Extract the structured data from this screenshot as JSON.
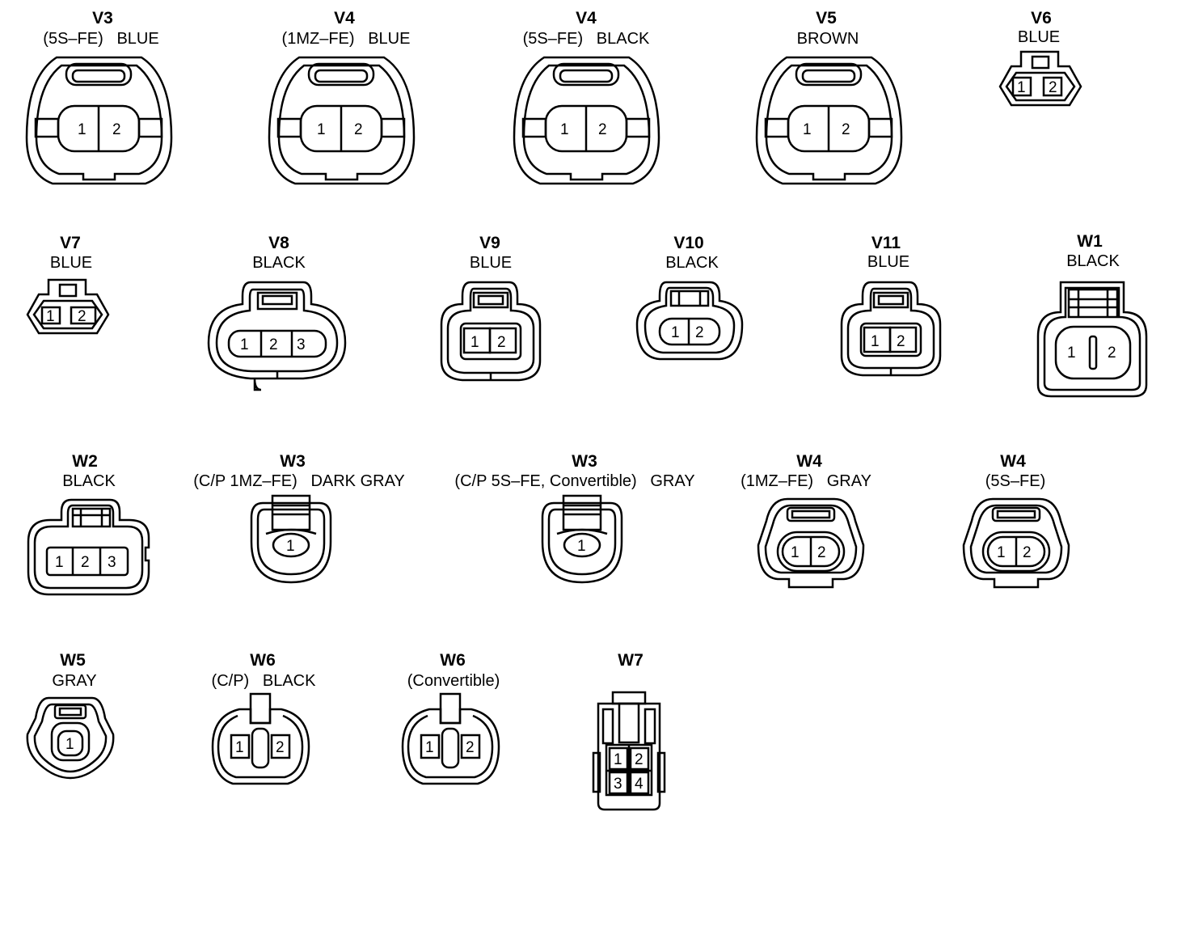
{
  "connectors": [
    {
      "code": "V3",
      "desc": "(5S–FE)   BLUE",
      "pins": [
        "1",
        "2"
      ]
    },
    {
      "code": "V4",
      "desc": "(1MZ–FE)   BLUE",
      "pins": [
        "1",
        "2"
      ]
    },
    {
      "code": "V4",
      "desc": "(5S–FE)   BLACK",
      "pins": [
        "1",
        "2"
      ]
    },
    {
      "code": "V5",
      "desc": "BROWN",
      "pins": [
        "1",
        "2"
      ]
    },
    {
      "code": "V6",
      "desc": "BLUE",
      "pins": [
        "1",
        "2"
      ]
    },
    {
      "code": "V7",
      "desc": "BLUE",
      "pins": [
        "1",
        "2"
      ]
    },
    {
      "code": "V8",
      "desc": "BLACK",
      "pins": [
        "1",
        "2",
        "3"
      ]
    },
    {
      "code": "V9",
      "desc": "BLUE",
      "pins": [
        "1",
        "2"
      ]
    },
    {
      "code": "V10",
      "desc": "BLACK",
      "pins": [
        "1",
        "2"
      ]
    },
    {
      "code": "V11",
      "desc": "BLUE",
      "pins": [
        "1",
        "2"
      ]
    },
    {
      "code": "W1",
      "desc": "BLACK",
      "pins": [
        "1",
        "2"
      ]
    },
    {
      "code": "W2",
      "desc": "BLACK",
      "pins": [
        "1",
        "2",
        "3"
      ]
    },
    {
      "code": "W3",
      "desc": "(C/P 1MZ–FE)   DARK GRAY",
      "pins": [
        "1"
      ]
    },
    {
      "code": "W3",
      "desc": "(C/P 5S–FE, Convertible)   GRAY",
      "pins": [
        "1"
      ]
    },
    {
      "code": "W4",
      "desc": "(1MZ–FE)   GRAY",
      "pins": [
        "1",
        "2"
      ]
    },
    {
      "code": "W4",
      "desc": "(5S–FE)",
      "pins": [
        "1",
        "2"
      ]
    },
    {
      "code": "W5",
      "desc": "GRAY",
      "pins": [
        "1"
      ]
    },
    {
      "code": "W6",
      "desc": "(C/P)   BLACK",
      "pins": [
        "1",
        "2"
      ]
    },
    {
      "code": "W6",
      "desc": "(Convertible)",
      "pins": [
        "1",
        "2"
      ]
    },
    {
      "code": "W7",
      "desc": "",
      "pins": [
        "1",
        "2",
        "3",
        "4"
      ]
    }
  ]
}
